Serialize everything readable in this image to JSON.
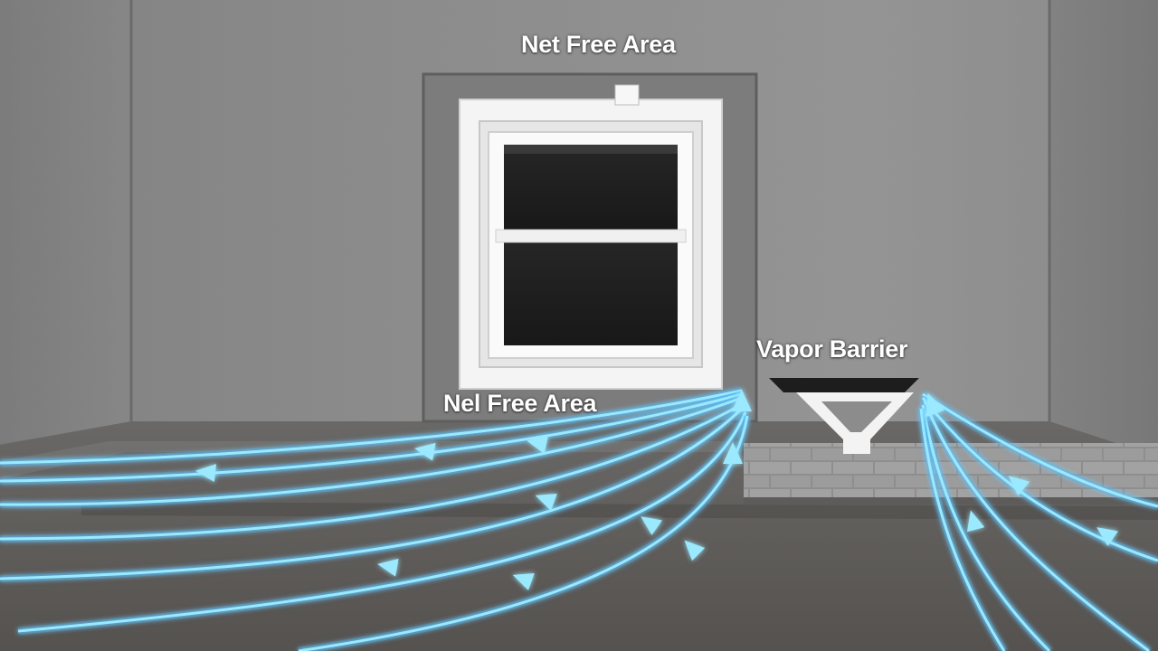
{
  "labels": {
    "net_free_area_top": "Net Free Area",
    "net_free_area_bottom": "Nel Free Area",
    "vapor_barrier": "Vapor Barrier"
  },
  "colors": {
    "airflow": "#8fe6ff",
    "airflow_glow": "#2fa8f0",
    "wall": "#8c8c8c",
    "floor": "#5d5b59",
    "window_frame": "#f4f4f4",
    "glass": "#1f1f1f"
  },
  "icons": {
    "window": "window-icon",
    "vent": "vent-icon",
    "airflow_arrow": "arrow-icon",
    "vapor_barrier": "funnel-icon"
  }
}
